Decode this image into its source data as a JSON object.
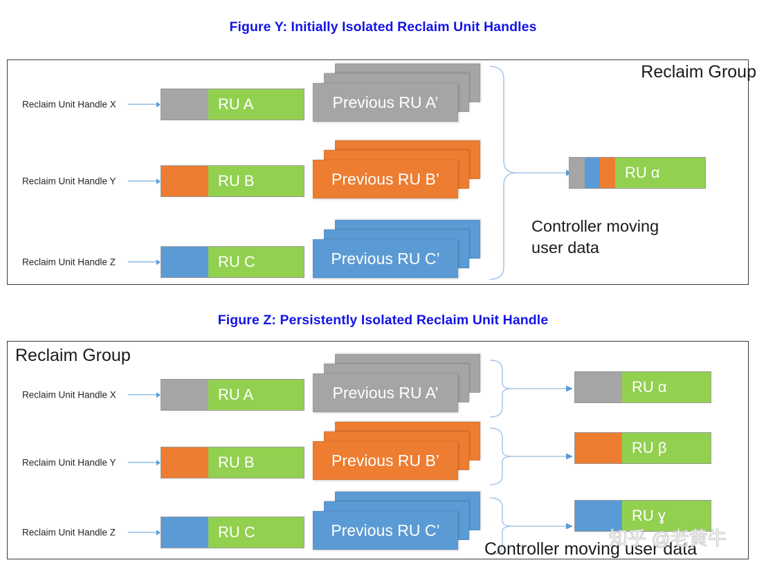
{
  "figures": [
    {
      "id": "figure-y",
      "title": "Figure Y: Initially Isolated Reclaim Unit Handles",
      "group_label": "Reclaim Group",
      "note": "Controller moving\nuser data",
      "rows": [
        {
          "handle_label": "Reclaim Unit Handle X",
          "bar_label": "RU A",
          "handle_color": "#A5A5A5",
          "data_color": "#92D050",
          "previous_label": "Previous RU A’",
          "previous_color": "#A5A5A5"
        },
        {
          "handle_label": "Reclaim Unit Handle Y",
          "bar_label": "RU B",
          "handle_color": "#ED7D31",
          "data_color": "#92D050",
          "previous_label": "Previous RU B’",
          "previous_color": "#ED7D31"
        },
        {
          "handle_label": "Reclaim Unit Handle Z",
          "bar_label": "RU C",
          "handle_color": "#5B9BD5",
          "data_color": "#92D050",
          "previous_label": "Previous RU C’",
          "previous_color": "#5B9BD5"
        }
      ],
      "outputs": [
        {
          "bar_label": "RU α",
          "segments": [
            "#A5A5A5",
            "#5B9BD5",
            "#ED7D31"
          ],
          "data_color": "#92D050"
        }
      ]
    },
    {
      "id": "figure-z",
      "title": "Figure Z: Persistently Isolated Reclaim Unit Handle",
      "group_label": "Reclaim Group",
      "note": "Controller moving user data",
      "rows": [
        {
          "handle_label": "Reclaim Unit Handle X",
          "bar_label": "RU A",
          "handle_color": "#A5A5A5",
          "data_color": "#92D050",
          "previous_label": "Previous RU A’",
          "previous_color": "#A5A5A5"
        },
        {
          "handle_label": "Reclaim Unit Handle Y",
          "bar_label": "RU B",
          "handle_color": "#ED7D31",
          "data_color": "#92D050",
          "previous_label": "Previous RU B’",
          "previous_color": "#ED7D31"
        },
        {
          "handle_label": "Reclaim Unit Handle Z",
          "bar_label": "RU C",
          "handle_color": "#5B9BD5",
          "data_color": "#92D050",
          "previous_label": "Previous RU C’",
          "previous_color": "#5B9BD5"
        }
      ],
      "outputs": [
        {
          "bar_label": "RU α",
          "segments": [
            "#A5A5A5"
          ],
          "data_color": "#92D050"
        },
        {
          "bar_label": "RU β",
          "segments": [
            "#ED7D31"
          ],
          "data_color": "#92D050"
        },
        {
          "bar_label": "RU ɣ",
          "segments": [
            "#5B9BD5"
          ],
          "data_color": "#92D050"
        }
      ]
    }
  ],
  "watermark": "知乎 @老黄牛",
  "colors": {
    "title": "#1414E6",
    "gray": "#A5A5A5",
    "orange": "#ED7D31",
    "blue": "#5B9BD5",
    "green": "#92D050",
    "connector": "#A7C7E7",
    "frame": "#3a3a3a"
  }
}
